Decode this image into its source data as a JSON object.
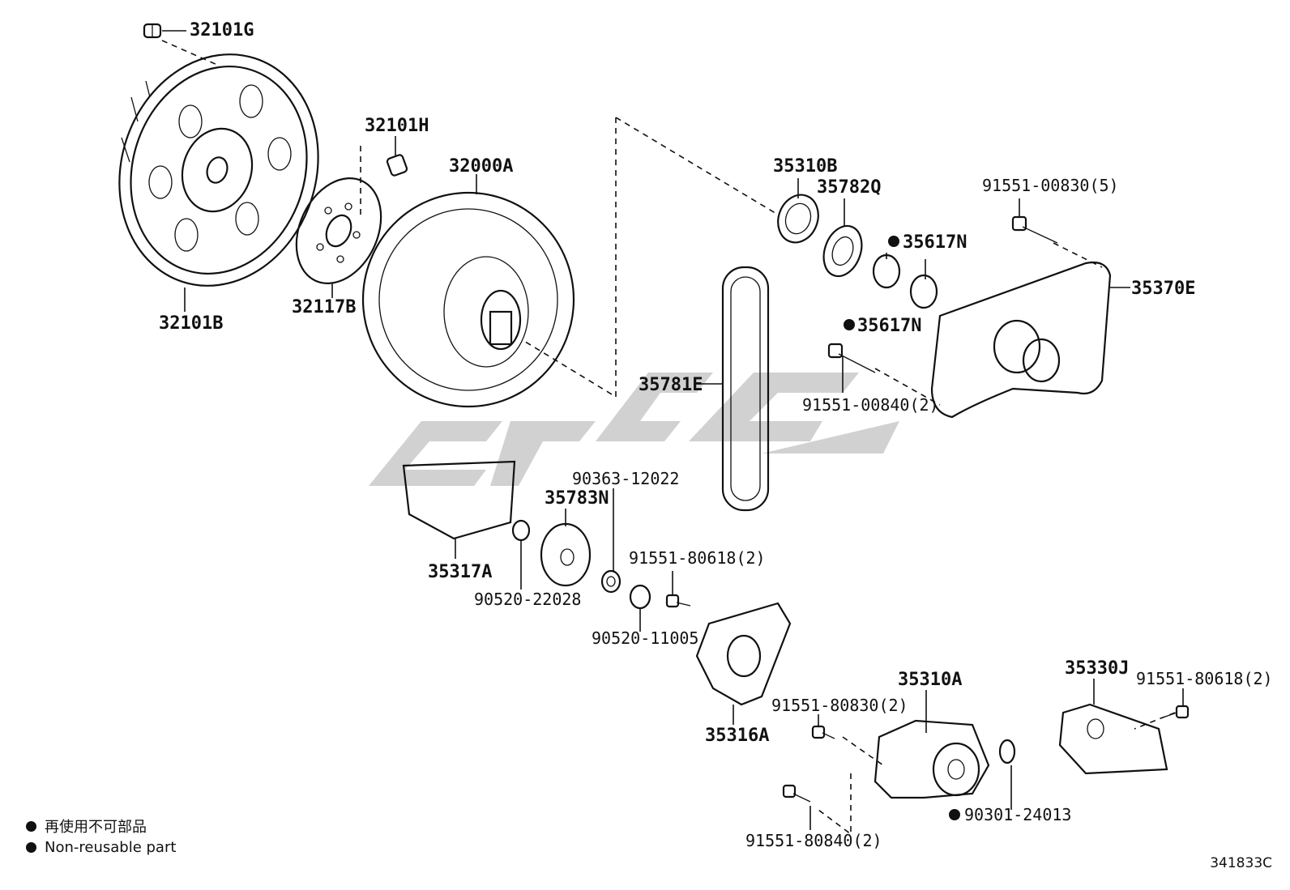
{
  "labels": {
    "p32101G": "32101G",
    "p32101H": "32101H",
    "p32000A": "32000A",
    "p32101B": "32101B",
    "p32117B": "32117B",
    "p35310B": "35310B",
    "p35782Q": "35782Q",
    "p35617N_a": "35617N",
    "p35617N_b": "35617N",
    "p91551_00830": "91551-00830(5)",
    "p35370E": "35370E",
    "p35781E": "35781E",
    "p91551_00840": "91551-00840(2)",
    "p90363_12022": "90363-12022",
    "p35783N": "35783N",
    "p35317A": "35317A",
    "p90520_22028": "90520-22028",
    "p91551_80618_a": "91551-80618(2)",
    "p90520_11005": "90520-11005",
    "p35316A": "35316A",
    "p35310A": "35310A",
    "p35330J": "35330J",
    "p91551_80618_b": "91551-80618(2)",
    "p91551_80830": "91551-80830(2)",
    "p90301_24013": "90301-24013",
    "p91551_80840": "91551-80840(2)"
  },
  "legend": {
    "jp": "再使用不可部品",
    "en": "Non-reusable part"
  },
  "figure_ref": "341833C"
}
